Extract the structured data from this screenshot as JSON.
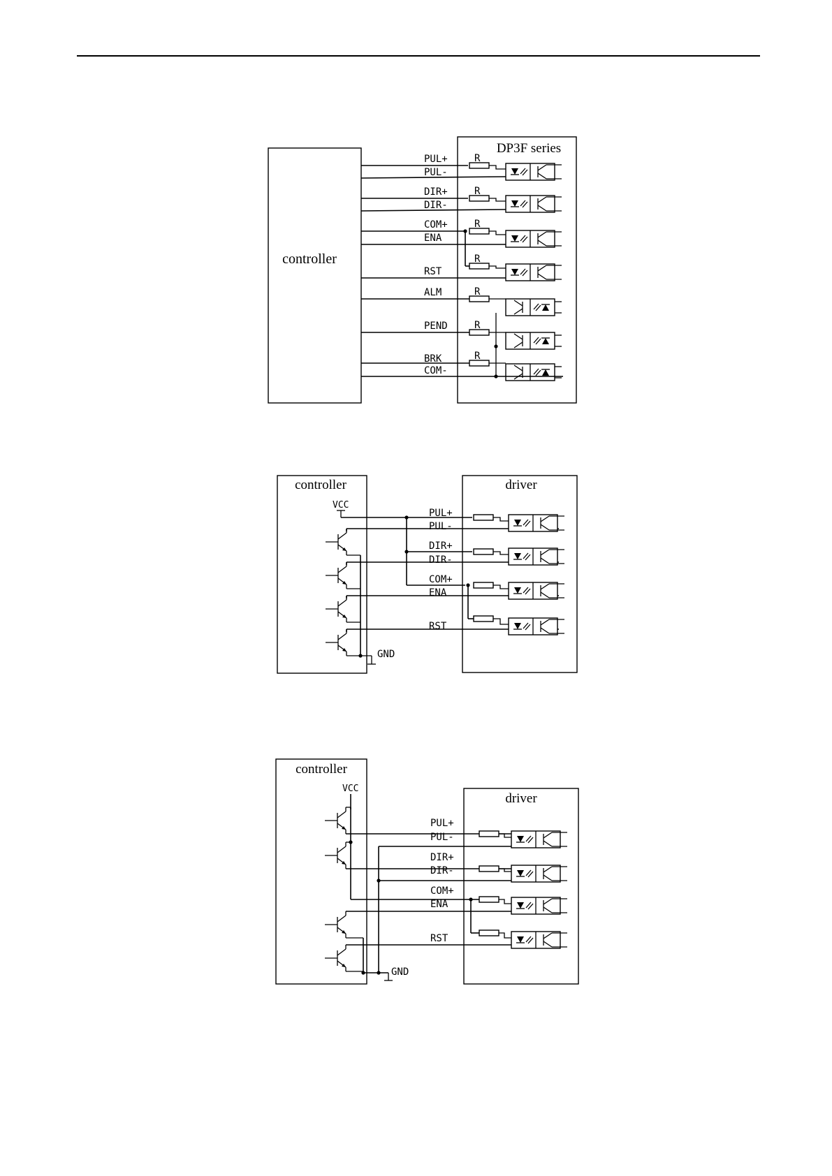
{
  "diagram1": {
    "controller_label": "controller",
    "driver_label": "DP3F series",
    "resistor_label": "R",
    "signals": {
      "pul_plus": "PUL+",
      "pul_minus": "PUL-",
      "dir_plus": "DIR+",
      "dir_minus": "DIR-",
      "com_plus": "COM+",
      "ena": "ENA",
      "rst": "RST",
      "alm": "ALM",
      "pend": "PEND",
      "brk": "BRK",
      "com_minus": "COM-"
    }
  },
  "diagram2": {
    "controller_label": "controller",
    "driver_label": "driver",
    "vcc_label": "VCC",
    "gnd_label": "GND",
    "signals": {
      "pul_plus": "PUL+",
      "pul_minus": "PUL-",
      "dir_plus": "DIR+",
      "dir_minus": "DIR-",
      "com_plus": "COM+",
      "ena": "ENA",
      "rst": "RST"
    }
  },
  "diagram3": {
    "controller_label": "controller",
    "driver_label": "driver",
    "vcc_label": "VCC",
    "gnd_label": "GND",
    "signals": {
      "pul_plus": "PUL+",
      "pul_minus": "PUL-",
      "dir_plus": "DIR+",
      "dir_minus": "DIR-",
      "com_plus": "COM+",
      "ena": "ENA",
      "rst": "RST"
    }
  }
}
